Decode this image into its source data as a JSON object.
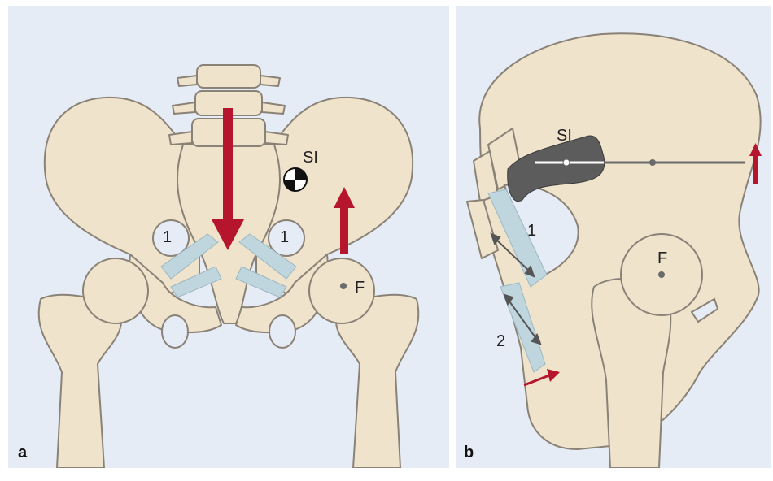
{
  "panel_a": {
    "letter": "a",
    "label_si": "SI",
    "label_f": "F",
    "label_lig_left": "1",
    "label_lig_right": "1"
  },
  "panel_b": {
    "letter": "b",
    "label_si": "SI",
    "label_f": "F",
    "label_lig_1": "1",
    "label_lig_2": "2"
  },
  "colors": {
    "background": "#e6ecf6",
    "bone_fill": "#efe3cc",
    "bone_outline": "#8a8276",
    "ligament": "#bfd6de",
    "arrow": "#b5162e",
    "joint_surface": "#5c5c5c",
    "lever_line": "#6b6b6b"
  }
}
